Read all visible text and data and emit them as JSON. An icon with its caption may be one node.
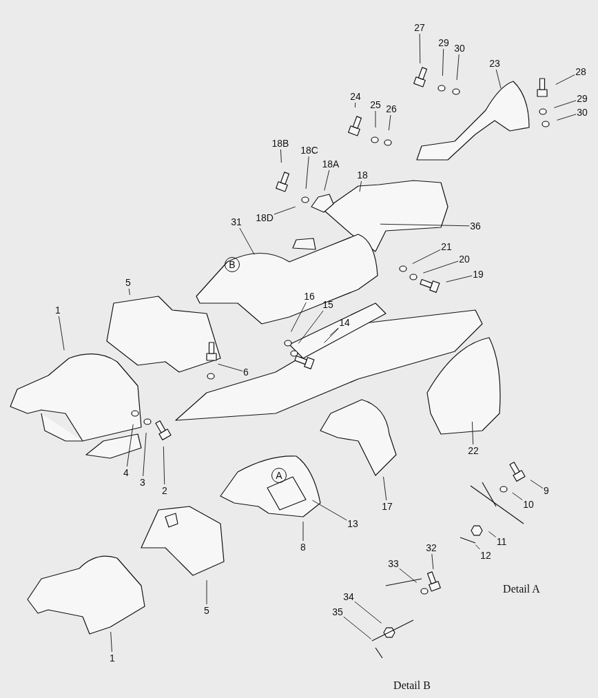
{
  "diagram": {
    "nodes": [
      {
        "text": [
          "27"
        ]
      },
      {
        "text": [
          "29"
        ]
      },
      {
        "text": [
          "30"
        ]
      },
      {
        "text": [
          "23"
        ]
      },
      {
        "text": [
          "28"
        ]
      },
      {
        "text": [
          "24"
        ]
      },
      {
        "text": [
          "29"
        ]
      },
      {
        "text": [
          "25"
        ]
      },
      {
        "text": [
          "26"
        ]
      },
      {
        "text": [
          "30"
        ]
      },
      {
        "text": [
          "18B"
        ]
      },
      {
        "text": [
          "18C"
        ]
      },
      {
        "text": [
          "18A"
        ]
      },
      {
        "text": [
          "18"
        ]
      },
      {
        "text": [
          "18D"
        ]
      },
      {
        "text": [
          "31"
        ]
      },
      {
        "text": [
          "36"
        ]
      },
      {
        "text": [
          "21"
        ]
      },
      {
        "text": [
          "20"
        ]
      },
      {
        "text": [
          "B"
        ]
      },
      {
        "text": [
          "19"
        ]
      },
      {
        "text": [
          "5"
        ]
      },
      {
        "text": [
          "16"
        ]
      },
      {
        "text": [
          "15"
        ]
      },
      {
        "text": [
          "1"
        ]
      },
      {
        "text": [
          "14"
        ]
      },
      {
        "text": [
          "6"
        ]
      },
      {
        "text": [
          "22"
        ]
      },
      {
        "text": [
          "4"
        ]
      },
      {
        "text": [
          "A"
        ]
      },
      {
        "text": [
          "3"
        ]
      },
      {
        "text": [
          "2"
        ]
      },
      {
        "text": [
          "9"
        ]
      },
      {
        "text": [
          "10"
        ]
      },
      {
        "text": [
          "17"
        ]
      },
      {
        "text": [
          "13"
        ]
      },
      {
        "text": [
          "11"
        ]
      },
      {
        "text": [
          "8"
        ]
      },
      {
        "text": [
          "32"
        ]
      },
      {
        "text": [
          "12"
        ]
      },
      {
        "text": [
          "33"
        ]
      },
      {
        "text": [
          "34"
        ]
      },
      {
        "text": [
          "5"
        ]
      },
      {
        "text": [
          "35"
        ]
      },
      {
        "text": [
          "1"
        ]
      }
    ],
    "edges": [
      {
        "from": 0,
        "to": null,
        "arrow": "none"
      },
      {
        "from": 1,
        "to": null,
        "arrow": "none"
      },
      {
        "from": 2,
        "to": null,
        "arrow": "none"
      },
      {
        "from": 3,
        "to": null,
        "arrow": "none"
      },
      {
        "from": 4,
        "to": null,
        "arrow": "none"
      },
      {
        "from": 5,
        "to": null,
        "arrow": "none"
      },
      {
        "from": 6,
        "to": null,
        "arrow": "none"
      },
      {
        "from": 7,
        "to": null,
        "arrow": "none"
      },
      {
        "from": 8,
        "to": null,
        "arrow": "none"
      },
      {
        "from": 9,
        "to": null,
        "arrow": "none"
      },
      {
        "from": 10,
        "to": null,
        "arrow": "none"
      },
      {
        "from": 11,
        "to": null,
        "arrow": "none"
      },
      {
        "from": 12,
        "to": null,
        "arrow": "none"
      },
      {
        "from": 13,
        "to": null,
        "arrow": "none"
      },
      {
        "from": 14,
        "to": null,
        "arrow": "none"
      },
      {
        "from": 15,
        "to": null,
        "arrow": "none"
      },
      {
        "from": 16,
        "to": null,
        "arrow": "none"
      },
      {
        "from": 17,
        "to": null,
        "arrow": "none"
      },
      {
        "from": 18,
        "to": null,
        "arrow": "none"
      },
      {
        "from": 20,
        "to": null,
        "arrow": "none"
      },
      {
        "from": 21,
        "to": null,
        "arrow": "none"
      },
      {
        "from": 22,
        "to": null,
        "arrow": "none"
      },
      {
        "from": 23,
        "to": null,
        "arrow": "none"
      },
      {
        "from": 24,
        "to": null,
        "arrow": "none"
      },
      {
        "from": 25,
        "to": null,
        "arrow": "none"
      },
      {
        "from": 25,
        "to": null,
        "arrow": "none"
      },
      {
        "from": 26,
        "to": null,
        "arrow": "none"
      },
      {
        "from": 27,
        "to": null,
        "arrow": "none"
      },
      {
        "from": 28,
        "to": null,
        "arrow": "none"
      },
      {
        "from": 30,
        "to": null,
        "arrow": "none"
      },
      {
        "from": 31,
        "to": null,
        "arrow": "none"
      },
      {
        "from": 32,
        "to": null,
        "arrow": "none"
      },
      {
        "from": 33,
        "to": null,
        "arrow": "none"
      },
      {
        "from": 34,
        "to": null,
        "arrow": "none"
      },
      {
        "from": 35,
        "to": null,
        "arrow": "none"
      },
      {
        "from": 36,
        "to": null,
        "arrow": "none"
      },
      {
        "from": 37,
        "to": null,
        "arrow": "none"
      },
      {
        "from": 38,
        "to": null,
        "arrow": "none"
      },
      {
        "from": 39,
        "to": null,
        "arrow": "none"
      },
      {
        "from": 40,
        "to": null,
        "arrow": "none"
      },
      {
        "from": 41,
        "to": null,
        "arrow": "none"
      },
      {
        "from": 42,
        "to": null,
        "arrow": "none"
      },
      {
        "from": 43,
        "to": null,
        "arrow": "none"
      },
      {
        "from": 44,
        "to": null,
        "arrow": "none"
      }
    ],
    "labels": [
      "Detail A",
      "Detail B"
    ]
  }
}
